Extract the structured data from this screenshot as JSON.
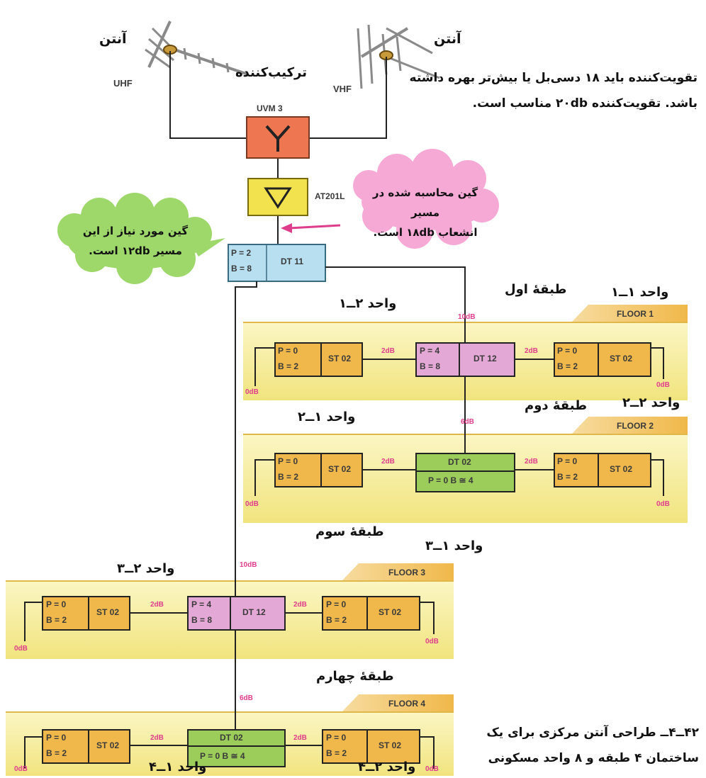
{
  "antennas": {
    "uhf": {
      "title": "آنتن",
      "band": "UHF"
    },
    "vhf": {
      "title": "آنتن",
      "band": "VHF"
    }
  },
  "combiner": {
    "label": "ترکیب‌کننده",
    "model": "UVM 3"
  },
  "amplifier": {
    "model": "AT201L"
  },
  "note_amplifier": [
    "تقویت‌کننده باید ۱۸ دسی‌بل یا بیش‌تر بهره داشته",
    "باشد. تقویت‌کننده ۲۰db مناسب است."
  ],
  "cloud_pink": [
    "گین محاسبه شده در مسیر",
    "انشعاب ۱۸db است."
  ],
  "cloud_green": [
    "گین مورد نیاز از این",
    "مسیر ۱۲db است."
  ],
  "tap_main": {
    "model": "DT 11",
    "p": "P = 2",
    "b": "B = 8"
  },
  "floors": {
    "f1": {
      "name": "FLOOR 1",
      "fa": "طبقهٔ اول",
      "riser_loss": "10dB",
      "link_loss": "2dB",
      "unit_left": "واحد ۲ــ۱",
      "unit_right_top": "واحد ۱ــ۱",
      "unit_right_bottom": "واحد ۲ــ۲"
    },
    "f2": {
      "name": "FLOOR 2",
      "fa": "طبقهٔ دوم",
      "riser_loss": "6dB",
      "link_loss": "2dB",
      "unit_left": "واحد ۱ــ۲"
    },
    "f3": {
      "name": "FLOOR 3",
      "fa": "طبقهٔ سوم",
      "riser_loss": "10dB",
      "link_loss": "2dB",
      "unit_left": "واحد ۲ــ۳",
      "unit_right": "واحد ۱ــ۳"
    },
    "f4": {
      "name": "FLOOR 4",
      "fa": "طبقهٔ چهارم",
      "riser_loss": "6dB",
      "link_loss": "2dB",
      "unit_left": "واحد ۱ــ۴",
      "unit_right": "واحد ۲ــ۴"
    }
  },
  "boxes": {
    "st": {
      "model": "ST 02",
      "p": "P = 0",
      "b": "B = 2"
    },
    "dt12": {
      "model": "DT 12",
      "p": "P = 4",
      "b": "B = 8"
    },
    "dt02": {
      "model": "DT 02",
      "pb": "P = 0  B ≅ 4"
    }
  },
  "end_level": "0dB",
  "caption": [
    "۴۲ــ۴ــ طراحی آنتن مرکزی برای یک",
    "ساختمان ۴ طبقه و ۸ واحد مسکونی"
  ],
  "colors": {
    "floor_band": "#f3e88a",
    "st_box": "#f0b84a",
    "dt12_box": "#e4a8d6",
    "dt02_box": "#9ccc5a",
    "dt11_box": "#b8dff0",
    "combiner": "#ee7752",
    "amp": "#f2e24e",
    "tag": "#f2c25a",
    "loss_text": "#e03c8c",
    "cloud_pink": "#f7a9d6",
    "cloud_green": "#9ed86b"
  }
}
